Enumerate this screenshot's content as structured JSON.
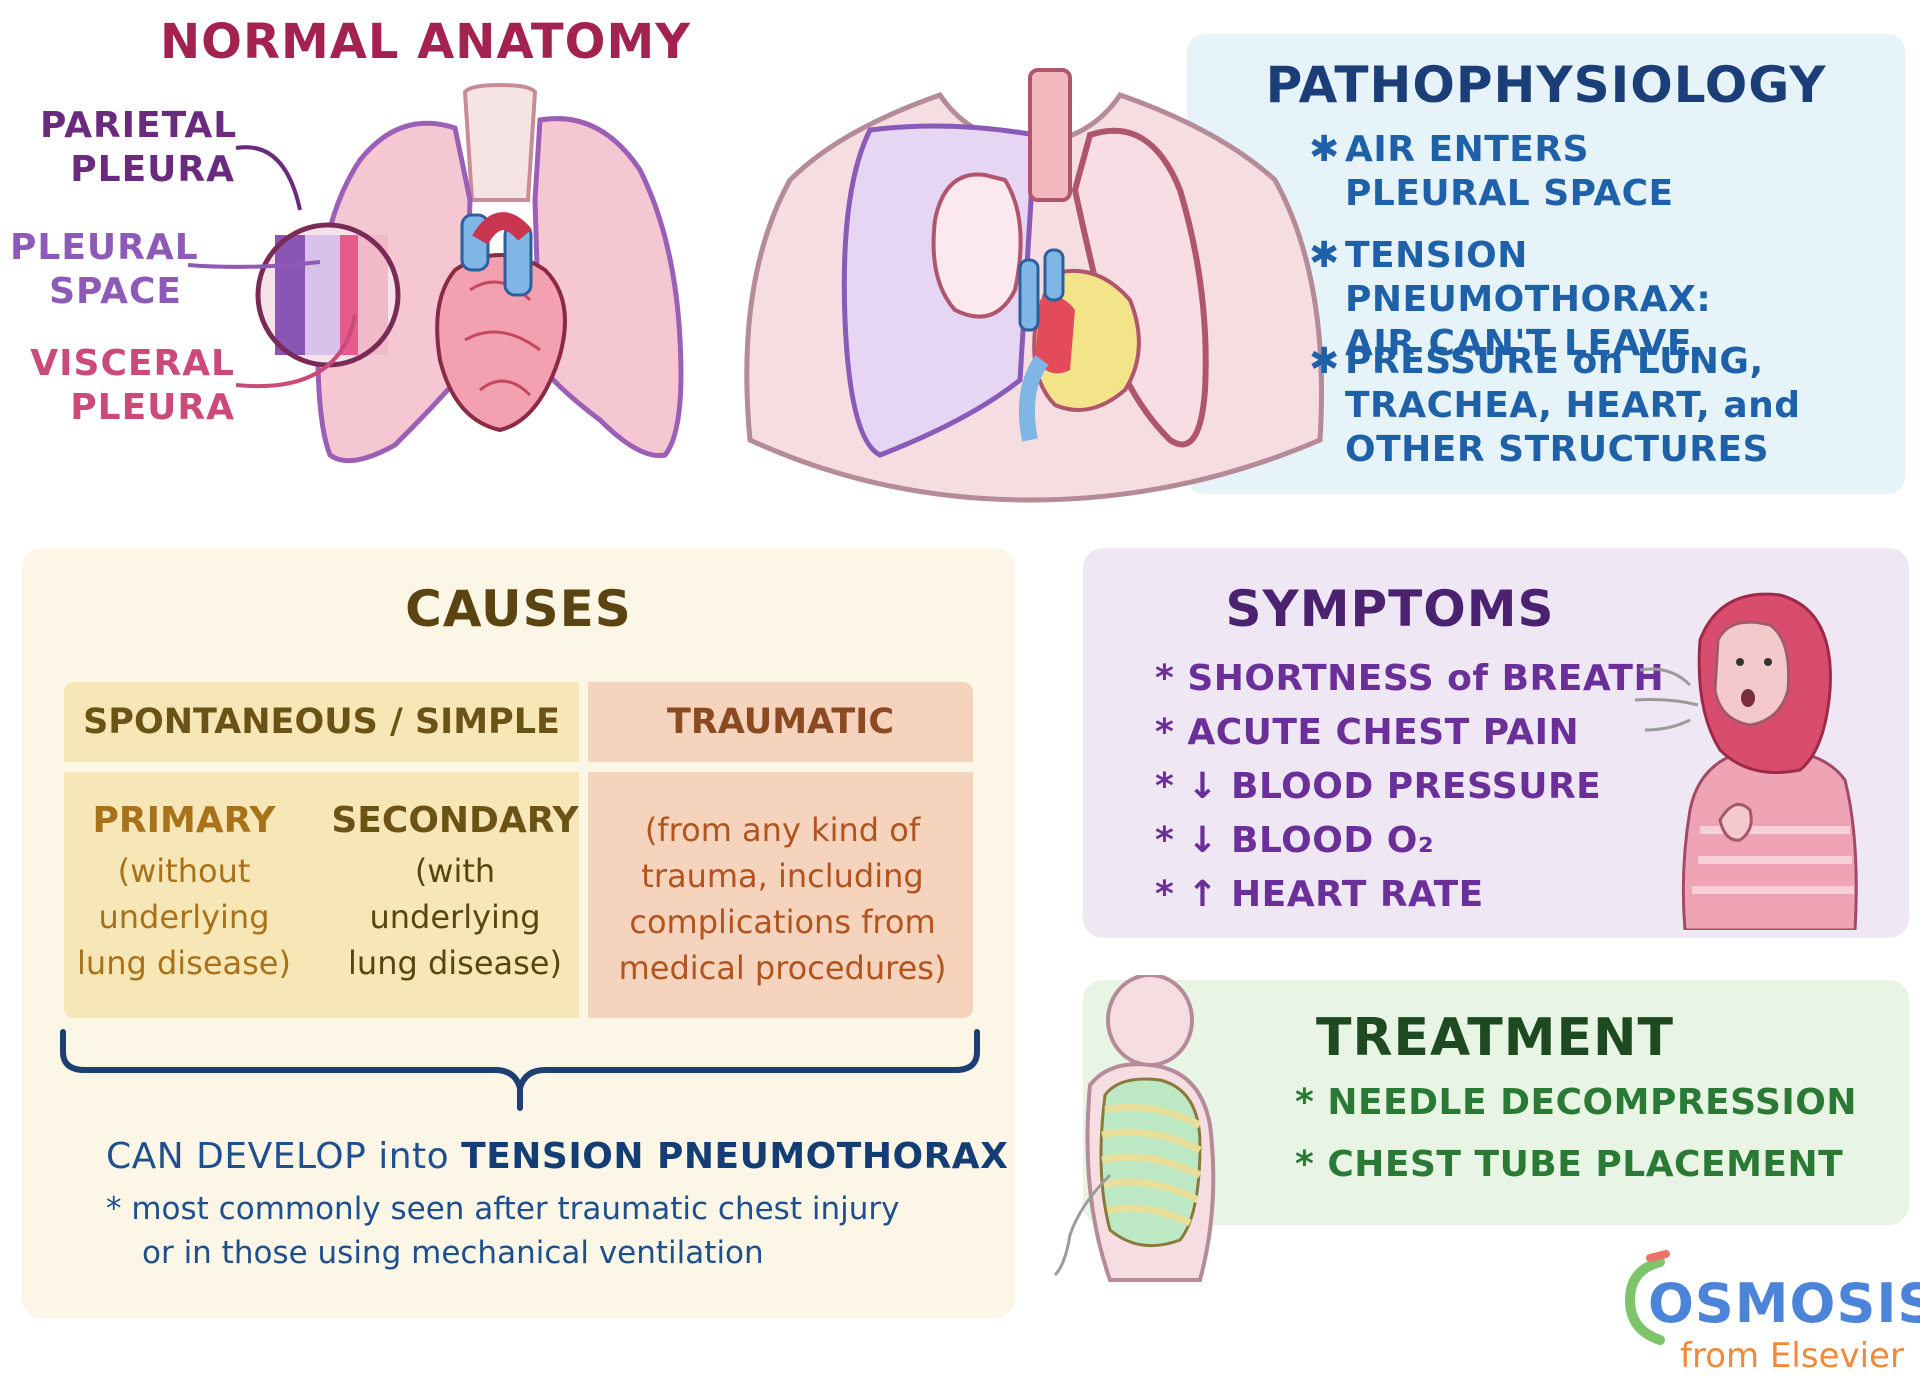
{
  "normal_anatomy": {
    "title": "NORMAL ANATOMY",
    "labels": {
      "parietal_line1": "PARIETAL",
      "parietal_line2": "PLEURA",
      "pleural_line1": "PLEURAL",
      "pleural_line2": "SPACE",
      "visceral_line1": "VISCERAL",
      "visceral_line2": "PLEURA"
    }
  },
  "pathophysiology": {
    "title": "PATHOPHYSIOLOGY",
    "items": [
      {
        "line1": "AIR ENTERS",
        "line2": "PLEURAL SPACE"
      },
      {
        "line1": "TENSION PNEUMOTHORAX:",
        "line2": "AIR CAN'T LEAVE"
      },
      {
        "line1": "PRESSURE on LUNG,",
        "line2": "TRACHEA, HEART, and",
        "line3": "OTHER STRUCTURES"
      }
    ]
  },
  "causes": {
    "title": "CAUSES",
    "spontaneous_header": "SPONTANEOUS / SIMPLE",
    "traumatic_header": "TRAUMATIC",
    "primary": {
      "title": "PRIMARY",
      "l1": "(without",
      "l2": "underlying",
      "l3": "lung disease)"
    },
    "secondary": {
      "title": "SECONDARY",
      "l1": "(with",
      "l2": "underlying",
      "l3": "lung disease)"
    },
    "traumatic": {
      "l1": "(from any kind of",
      "l2": "trauma, including",
      "l3": "complications from",
      "l4": "medical procedures)"
    },
    "develop": {
      "prefix": "CAN DEVELOP into",
      "emph": "TENSION PNEUMOTHORAX",
      "note_line1": "* most commonly seen after traumatic chest injury",
      "note_line2": "or in those using mechanical ventilation"
    }
  },
  "symptoms": {
    "title": "SYMPTOMS",
    "items": [
      "* SHORTNESS of BREATH",
      "* ACUTE CHEST PAIN",
      "* ↓ BLOOD PRESSURE",
      "* ↓ BLOOD O₂",
      "* ↑ HEART RATE"
    ]
  },
  "treatment": {
    "title": "TREATMENT",
    "items": [
      "* NEEDLE DECOMPRESSION",
      "* CHEST TUBE PLACEMENT"
    ]
  },
  "branding": {
    "name": "OSMOSIS",
    "sub": "from Elsevier"
  },
  "colors": {
    "anatomy_title": "#a3224f",
    "patho_bg": "#e6f3f8",
    "causes_bg": "#fbf6e5",
    "symptoms_bg": "#efe8f4",
    "treatment_bg": "#e8f4e4"
  }
}
